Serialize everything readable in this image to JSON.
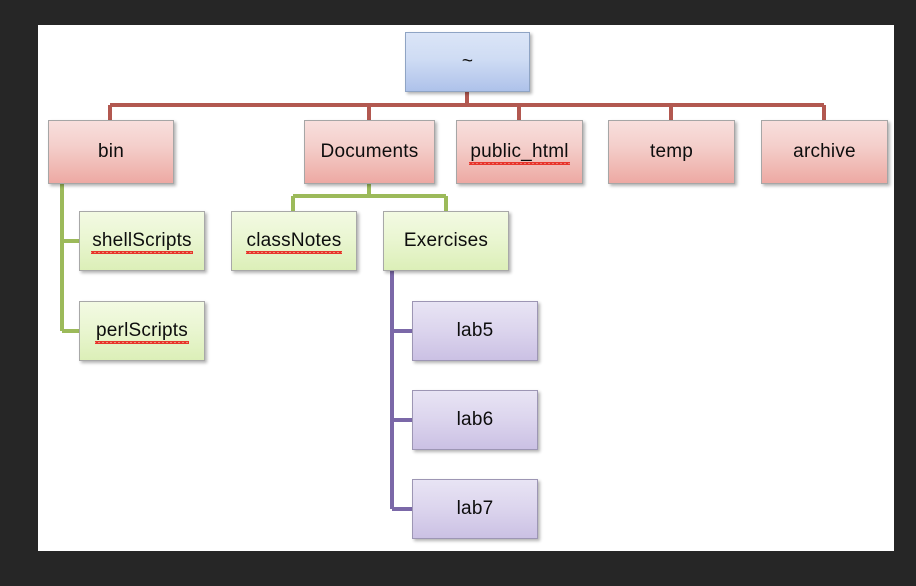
{
  "diagram": {
    "title": "home directory tree",
    "canvas_background": "#ffffff",
    "page_background": "#262626",
    "colors": {
      "root_fill": "#cfdcf4",
      "level1_fill": "#f2c9c4",
      "level2_fill": "#e9f5d1",
      "level3_fill": "#ddd6ee",
      "level1_connector": "#b25850",
      "level2_connector": "#9cba5a",
      "level3_connector": "#7b68a8",
      "spellcheck_underline": "#e8352c"
    },
    "nodes": {
      "root": {
        "label": "~",
        "level": 0,
        "misspelled": false
      },
      "bin": {
        "label": "bin",
        "level": 1,
        "misspelled": false
      },
      "documents": {
        "label": "Documents",
        "level": 1,
        "misspelled": false
      },
      "public_html": {
        "label": "public_html",
        "level": 1,
        "misspelled": true
      },
      "temp": {
        "label": "temp",
        "level": 1,
        "misspelled": false
      },
      "archive": {
        "label": "archive",
        "level": 1,
        "misspelled": false
      },
      "shellscripts": {
        "label": "shellScripts",
        "level": 2,
        "misspelled": true
      },
      "perlscripts": {
        "label": "perlScripts",
        "level": 2,
        "misspelled": true
      },
      "classnotes": {
        "label": "classNotes",
        "level": 2,
        "misspelled": true
      },
      "exercises": {
        "label": "Exercises",
        "level": 2,
        "misspelled": false
      },
      "lab5": {
        "label": "lab5",
        "level": 3,
        "misspelled": false
      },
      "lab6": {
        "label": "lab6",
        "level": 3,
        "misspelled": false
      },
      "lab7": {
        "label": "lab7",
        "level": 3,
        "misspelled": false
      }
    }
  }
}
